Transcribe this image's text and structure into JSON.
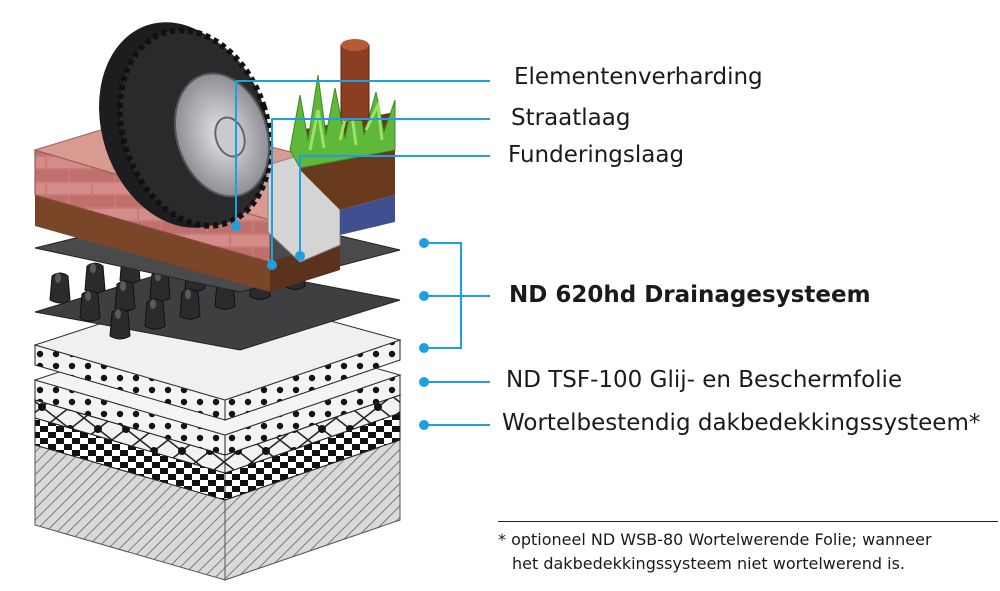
{
  "labels": {
    "elementenverharding": "Elementenverharding",
    "straatlaag": "Straatlaag",
    "funderingslaag": "Funderingslaag",
    "drainage": "ND 620hd Drainagesysteem",
    "glijfolie": "ND TSF-100 Glij- en Beschermfolie",
    "dakbedekking": "Wortelbestendig dakbedekkingssysteem*"
  },
  "footnote": {
    "line1": "* optioneel ND WSB-80 Wortelwerende Folie; wanneer",
    "line2": "het dakbedekkingssysteem niet wortelwerend is."
  },
  "colors": {
    "leader": "#1e9fe0",
    "brick": "#c8787a",
    "soil": "#7a4526",
    "grass": "#5fb83a",
    "dark_membrane": "#3b3b3d",
    "tire": "#1e1e1e"
  }
}
